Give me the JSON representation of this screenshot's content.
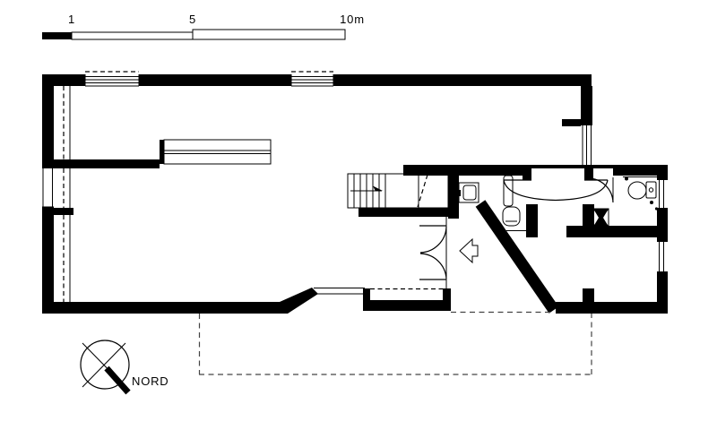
{
  "colors": {
    "ink": "#000000",
    "background": "#ffffff",
    "dash": "#444444"
  },
  "scale_bar": {
    "labels": {
      "one": "1",
      "five": "5",
      "ten": "10m"
    }
  },
  "compass": {
    "label": "NORD"
  },
  "floor_plan": {
    "drawing_type": "architectural floor plan, ground floor",
    "symbols": [
      "staircase-with-direction-arrow",
      "entrance-double-door",
      "entrance-direction-arrow",
      "interior-swing-doors",
      "toilet",
      "toilet-with-cistern",
      "washbasin",
      "small-sink",
      "kitchen-counter",
      "wardrobe-dashed-band",
      "windows-in-walls",
      "terrace-dashed-outline",
      "north-compass"
    ]
  }
}
